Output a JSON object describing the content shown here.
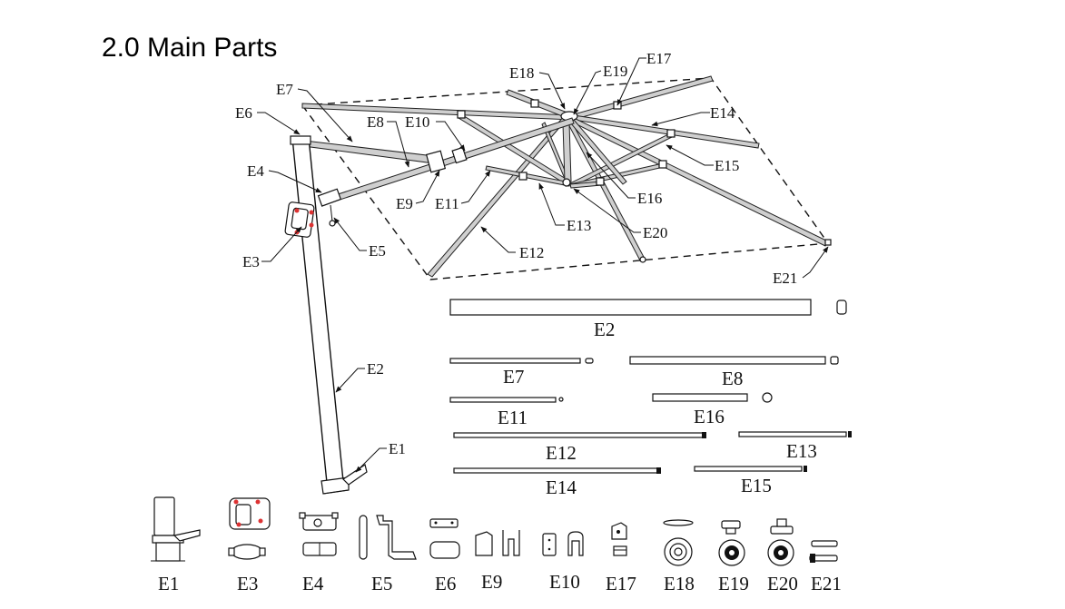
{
  "title": "2.0 Main Parts",
  "callouts": {
    "E1": "E1",
    "E2": "E2",
    "E3": "E3",
    "E4": "E4",
    "E5": "E5",
    "E6": "E6",
    "E7": "E7",
    "E8": "E8",
    "E9": "E9",
    "E10": "E10",
    "E11": "E11",
    "E12": "E12",
    "E13": "E13",
    "E14": "E14",
    "E15": "E15",
    "E16": "E16",
    "E17": "E17",
    "E18": "E18",
    "E19": "E19",
    "E20": "E20",
    "E21": "E21"
  },
  "rod_labels": {
    "E2": "E2",
    "E7": "E7",
    "E8": "E8",
    "E11": "E11",
    "E16": "E16",
    "E12": "E12",
    "E13": "E13",
    "E14": "E14",
    "E15": "E15"
  },
  "small_parts": [
    "E1",
    "E3",
    "E4",
    "E5",
    "E6",
    "E9",
    "E10",
    "E17",
    "E18",
    "E19",
    "E20",
    "E21"
  ]
}
